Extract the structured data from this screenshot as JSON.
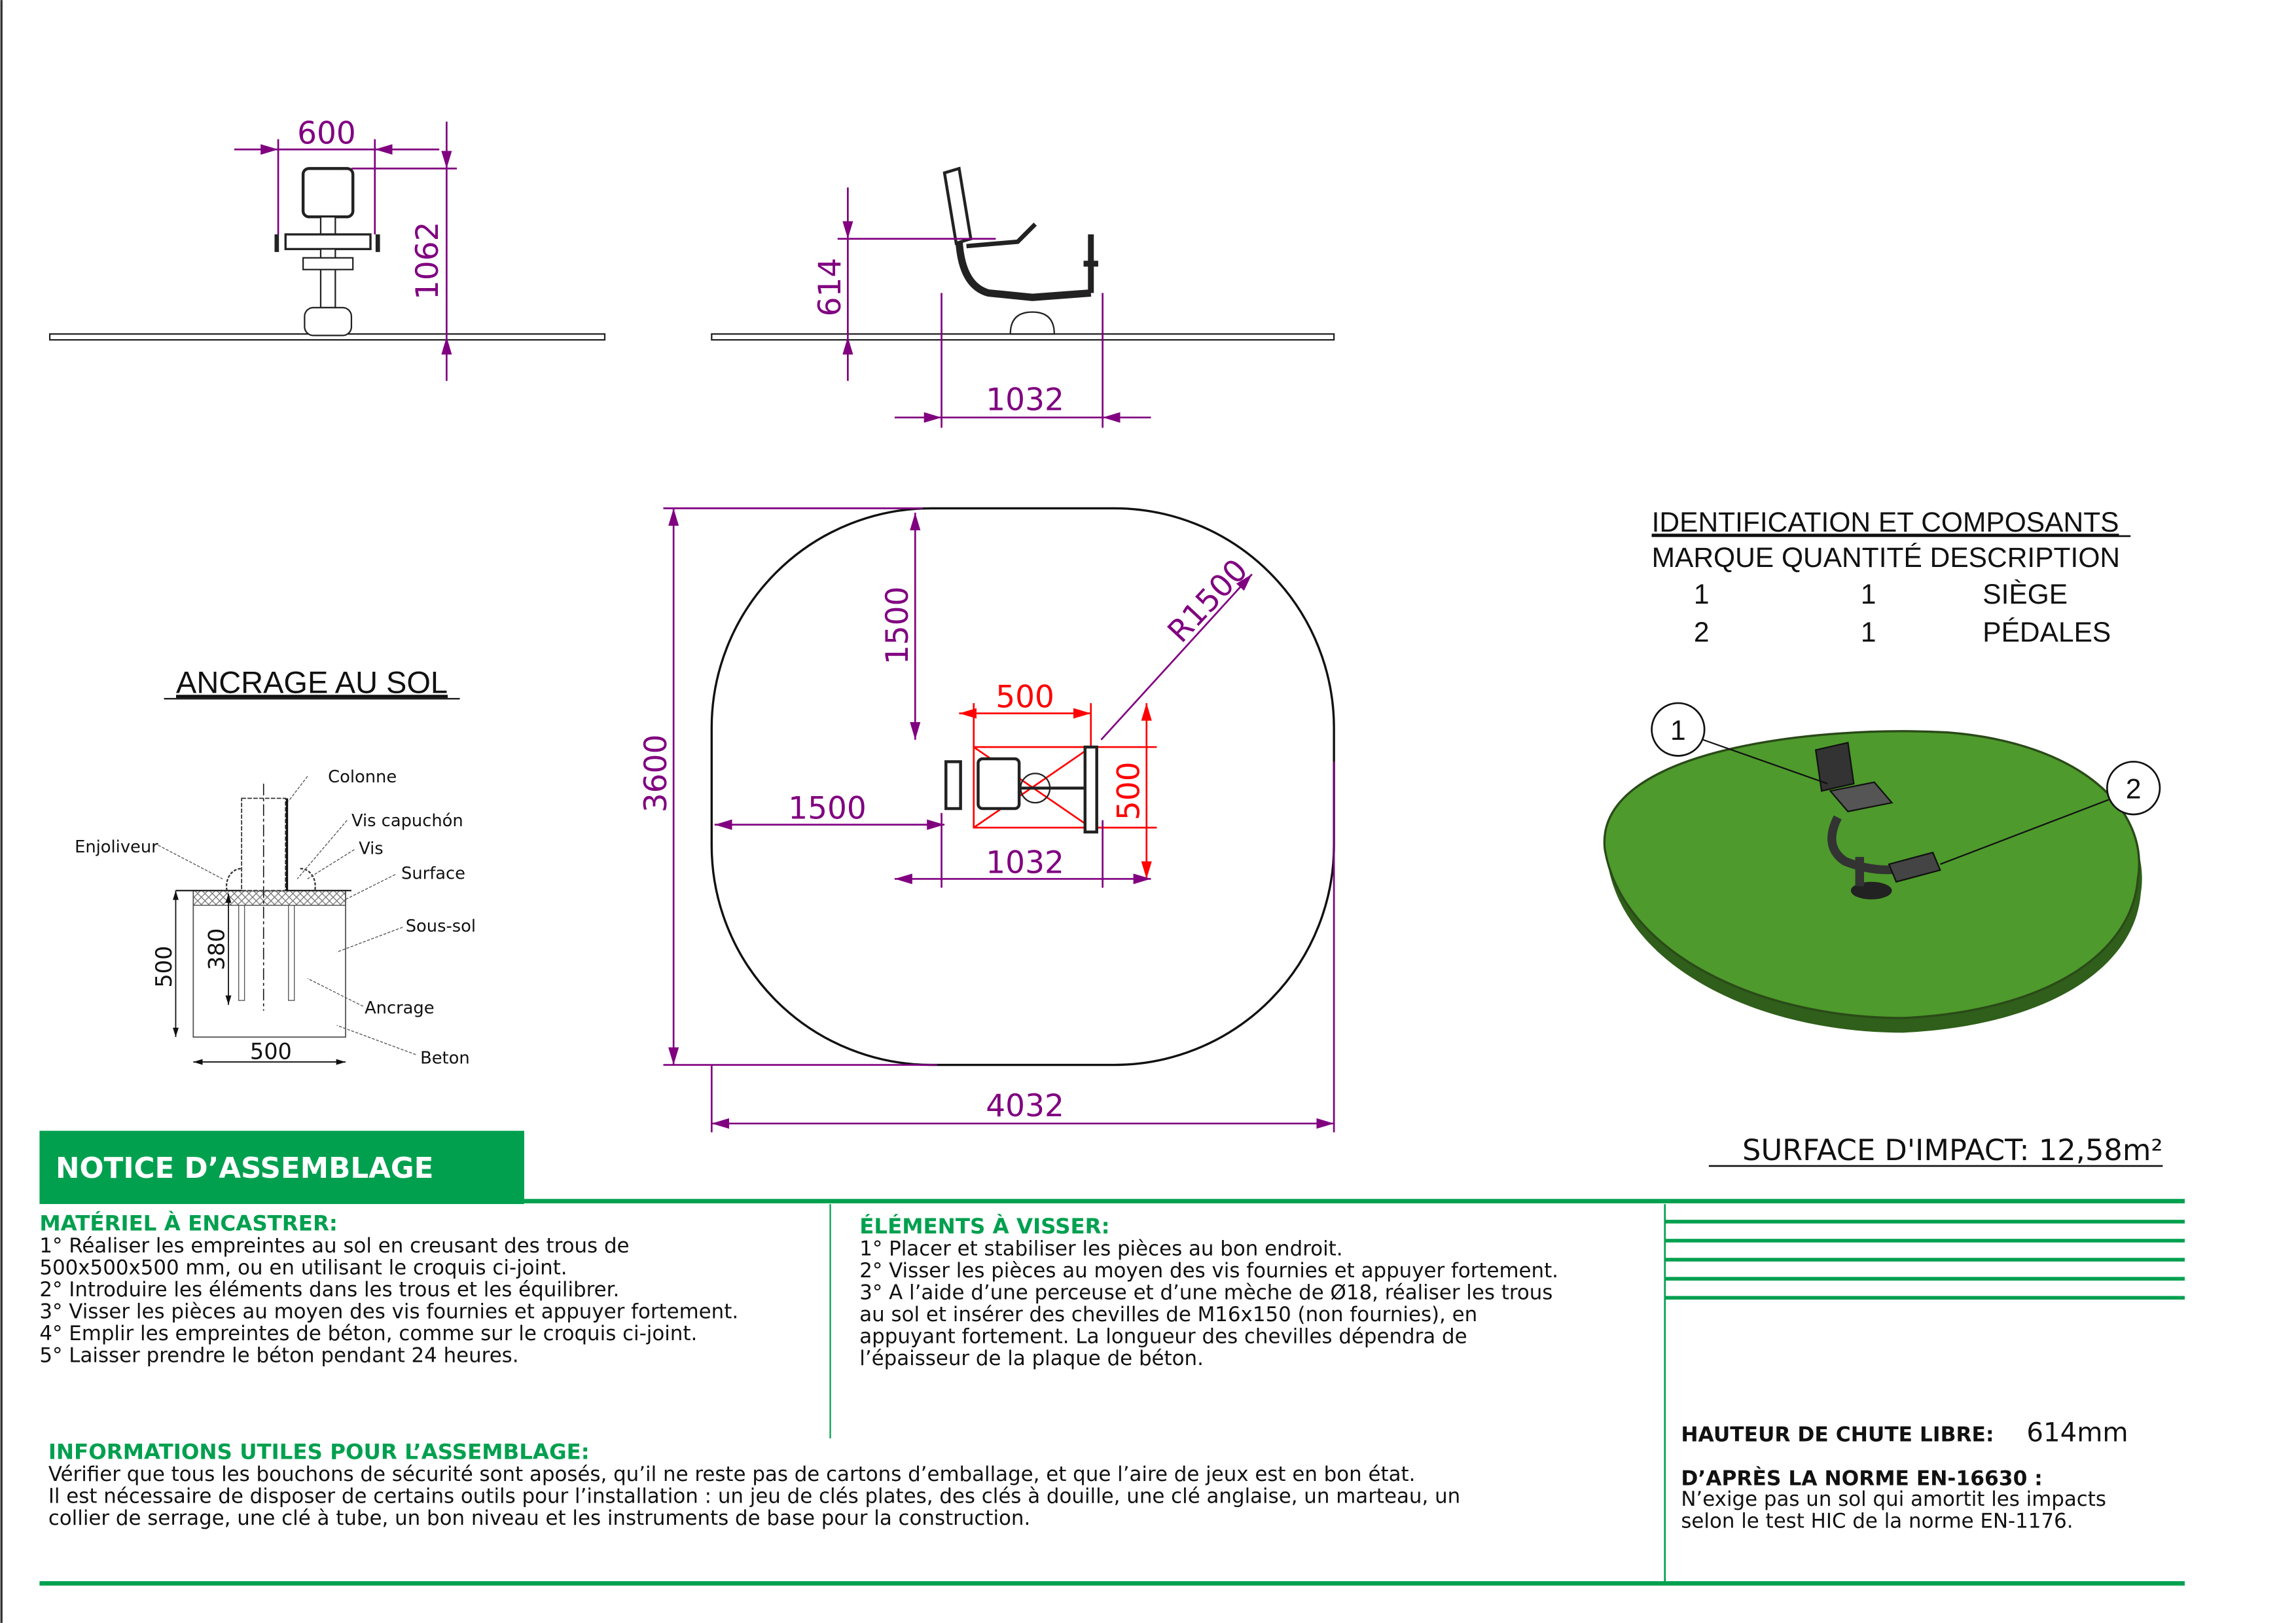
{
  "colors": {
    "dimension": "#800080",
    "highlight": "#ff0000",
    "brand_green": "#00a04f",
    "surface_green": "#4e9a2c"
  },
  "front_view": {
    "width_dim": "600",
    "height_dim": "1062"
  },
  "side_view": {
    "height_dim": "614",
    "length_dim": "1032"
  },
  "plan_view": {
    "total_height": "3600",
    "total_width": "4032",
    "top_offset": "1500",
    "radius": "R1500",
    "left_offset": "1500",
    "anchor_width": "500",
    "anchor_height": "500",
    "equipment_length": "1032"
  },
  "anchoring": {
    "title": "ANCRAGE AU SOL",
    "labels": {
      "colonne": "Colonne",
      "vis_capuchon": "Vis capuchón",
      "vis": "Vis",
      "enjoliveur": "Enjoliveur",
      "surface": "Surface",
      "sous_sol": "Sous-sol",
      "ancrage": "Ancrage",
      "beton": "Beton"
    },
    "depth": "500",
    "anchor_depth": "380",
    "width": "500"
  },
  "identification": {
    "title": "IDENTIFICATION ET COMPOSANTS",
    "header": "MARQUE QUANTITÉ DESCRIPTION",
    "rows": [
      {
        "mark": "1",
        "qty": "1",
        "desc": "SIÈGE"
      },
      {
        "mark": "2",
        "qty": "1",
        "desc": "PÉDALES"
      }
    ],
    "callouts": [
      "1",
      "2"
    ]
  },
  "impact_surface": "SURFACE D'IMPACT: 12,58m²",
  "notice": {
    "title": "NOTICE D’ASSEMBLAGE",
    "material": {
      "heading": "MATÉRIEL À ENCASTRER:",
      "lines": [
        "1° Réaliser les empreintes au sol en creusant des trous de",
        "500x500x500 mm, ou en utilisant le croquis ci-joint.",
        "2° Introduire les éléments dans les trous et les équilibrer.",
        "3° Visser les pièces au moyen des vis fournies et appuyer fortement.",
        "4° Emplir les empreintes de béton, comme sur le croquis ci-joint.",
        "5° Laisser prendre le béton pendant 24 heures."
      ]
    },
    "screw": {
      "heading": "ÉLÉMENTS À VISSER:",
      "lines": [
        "1° Placer et stabiliser les pièces au bon endroit.",
        "2° Visser les pièces au moyen des vis fournies et appuyer fortement.",
        "3° A l’aide d’une perceuse et d’une mèche de Ø18, réaliser les trous",
        "au sol et insérer des chevilles de M16x150 (non fournies), en",
        "appuyant fortement. La longueur des chevilles dépendra de",
        "l’épaisseur de la plaque de béton."
      ]
    },
    "info": {
      "heading": "INFORMATIONS UTILES POUR L’ASSEMBLAGE:",
      "lines": [
        "Vérifier que tous les bouchons de sécurité sont aposés, qu’il ne reste pas de cartons d’emballage, et que l’aire de jeux est en bon état.",
        "Il est nécessaire de disposer de certains outils pour l’installation : un jeu de clés plates, des clés à douille, une clé anglaise, un marteau, un",
        "collier de serrage, une clé à tube, un bon niveau et les instruments de base pour la construction."
      ]
    },
    "fall_height_label": "HAUTEUR DE CHUTE LIBRE:",
    "fall_height_value": "614mm",
    "norm_heading": "D’APRÈS LA NORME EN-16630 :",
    "norm_lines": [
      "N’exige pas un sol qui amortit les impacts",
      "selon le test HIC de la norme EN-1176."
    ]
  }
}
